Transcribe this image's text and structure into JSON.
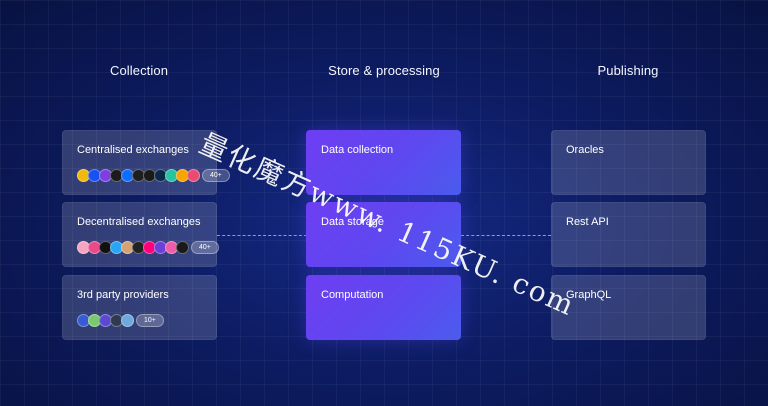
{
  "columns": {
    "collection": "Collection",
    "store": "Store & processing",
    "publishing": "Publishing"
  },
  "collection_cards": [
    {
      "label": "Centralised exchanges",
      "count": "40+",
      "logo_colors": [
        "#f0b90b",
        "#1652f0",
        "#7b3fe4",
        "#1b1b1b",
        "#0d6efd",
        "#1e1e1e",
        "#1a1a1a",
        "#0b2a4a",
        "#27c4a1",
        "#f7a600",
        "#ea4b73"
      ]
    },
    {
      "label": "Decentralised exchanges",
      "count": "40+",
      "logo_colors": [
        "#f6a5c0",
        "#e84a8a",
        "#111111",
        "#2aa4f4",
        "#d4a373",
        "#222222",
        "#ff007a",
        "#6c3fd6",
        "#ef5da8",
        "#1a1a1a"
      ]
    },
    {
      "label": "3rd party providers",
      "count": "10+",
      "logo_colors": [
        "#375bd2",
        "#7bc96f",
        "#5a4ad1",
        "#2f3a50",
        "#6fa8dc"
      ]
    }
  ],
  "store_cards": [
    {
      "label": "Data collection"
    },
    {
      "label": "Data storage"
    },
    {
      "label": "Computation"
    }
  ],
  "publishing_cards": [
    {
      "label": "Oracles"
    },
    {
      "label": "Rest API"
    },
    {
      "label": "GraphQL"
    }
  ],
  "watermark": "量化魔方www. 115KU. com"
}
